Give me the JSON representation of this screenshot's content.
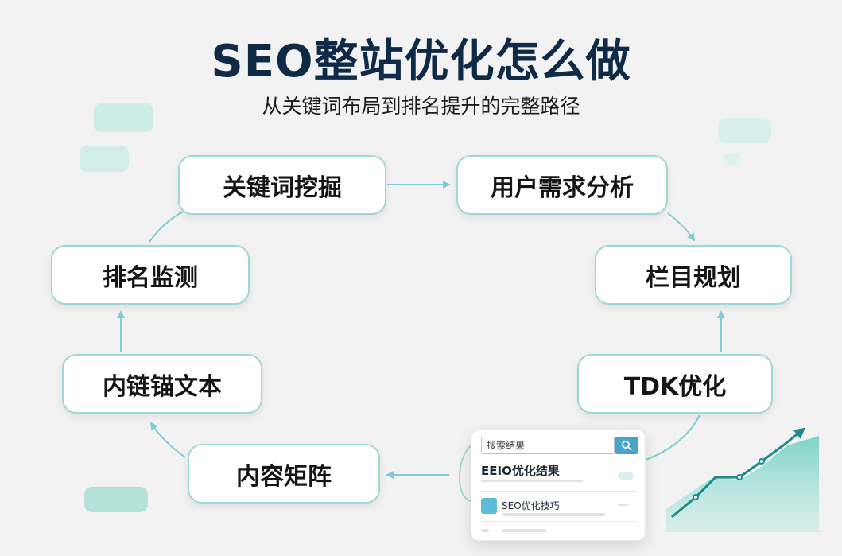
{
  "title": "SEO整站优化怎么做",
  "subtitle": "从关键词布局到排名提升的完整路径",
  "nodes": {
    "keyword_mining": "关键词挖掘",
    "user_needs": "用户需求分析",
    "column_planning": "栏目规划",
    "tdk_optimization": "TDK优化",
    "content_matrix": "内容矩阵",
    "internal_anchor": "内链锚文本",
    "ranking_monitor": "排名监测"
  },
  "search_card": {
    "search_placeholder": "搜索结果",
    "result_title": "EEIO优化结果",
    "result_item": "SEO优化技巧",
    "search_icon": "magnifier-icon"
  },
  "colors": {
    "accent": "#9ed8d4",
    "arrow": "#7ecdd4",
    "title": "#0e2a47",
    "chart_fill": "#6fd0c2",
    "chart_line": "#1f8a8a"
  }
}
